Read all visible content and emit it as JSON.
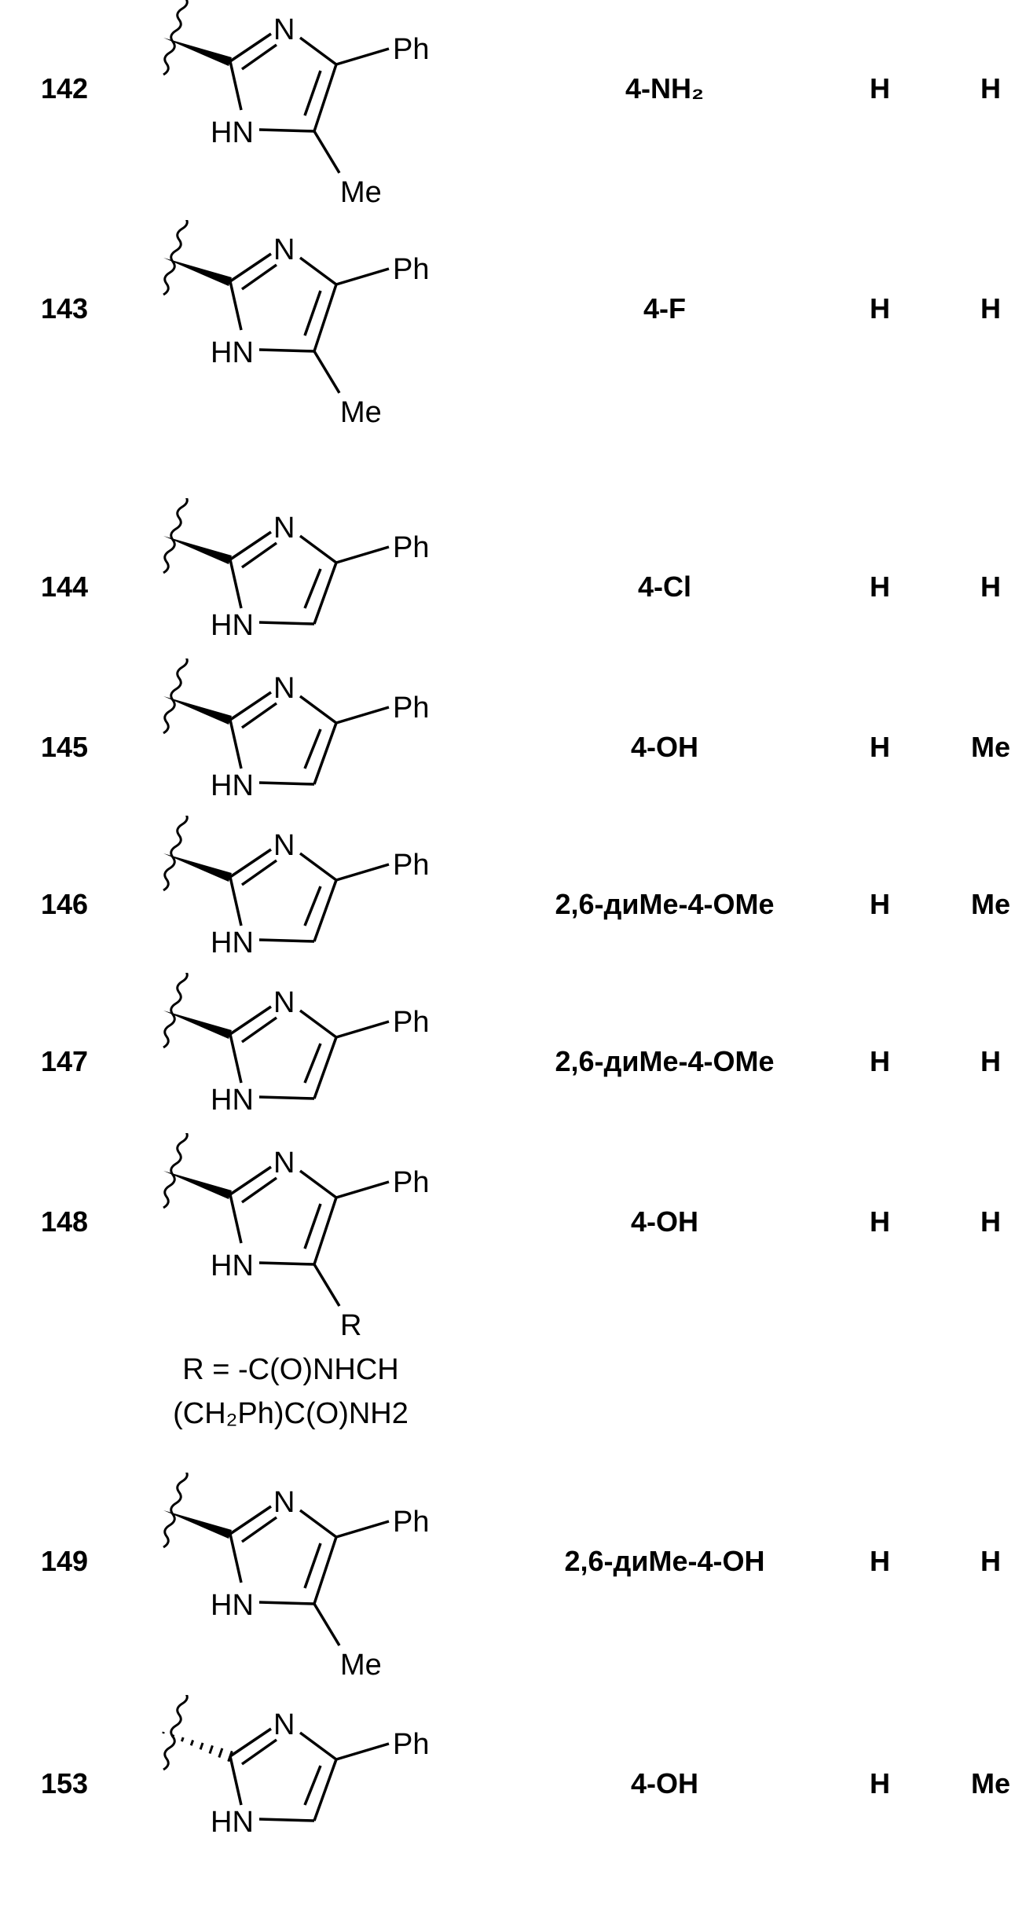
{
  "structure_labels": {
    "n": "N",
    "ph": "Ph",
    "hn": "HN",
    "me": "Me",
    "r": "R"
  },
  "rows": [
    {
      "id": "142",
      "sub5": "me",
      "bond": "wedge",
      "substituent": "4-NH₂",
      "col3": "H",
      "col4": "H"
    },
    {
      "id": "143",
      "sub5": "me",
      "bond": "wedge",
      "substituent": "4-F",
      "col3": "H",
      "col4": "H"
    },
    {
      "id": "144",
      "sub5": "none",
      "bond": "wedge",
      "substituent": "4-Cl",
      "col3": "H",
      "col4": "H"
    },
    {
      "id": "145",
      "sub5": "none",
      "bond": "wedge",
      "substituent": "4-OH",
      "col3": "H",
      "col4": "Me"
    },
    {
      "id": "146",
      "sub5": "none",
      "bond": "wedge",
      "substituent": "2,6-диМе-4-OMe",
      "col3": "H",
      "col4": "Me"
    },
    {
      "id": "147",
      "sub5": "none",
      "bond": "wedge",
      "substituent": "2,6-диМе-4-OMe",
      "col3": "H",
      "col4": "H"
    },
    {
      "id": "148",
      "sub5": "r",
      "bond": "wedge",
      "substituent": "4-OH",
      "col3": "H",
      "col4": "H",
      "r_definition": [
        "R = -C(O)NHCH",
        "(CH₂Ph)C(O)NH2"
      ]
    },
    {
      "id": "149",
      "sub5": "me",
      "bond": "wedge",
      "substituent": "2,6-диМе-4-OH",
      "col3": "H",
      "col4": "H"
    },
    {
      "id": "153",
      "sub5": "none",
      "bond": "hash",
      "substituent": "4-OH",
      "col3": "H",
      "col4": "Me"
    }
  ]
}
